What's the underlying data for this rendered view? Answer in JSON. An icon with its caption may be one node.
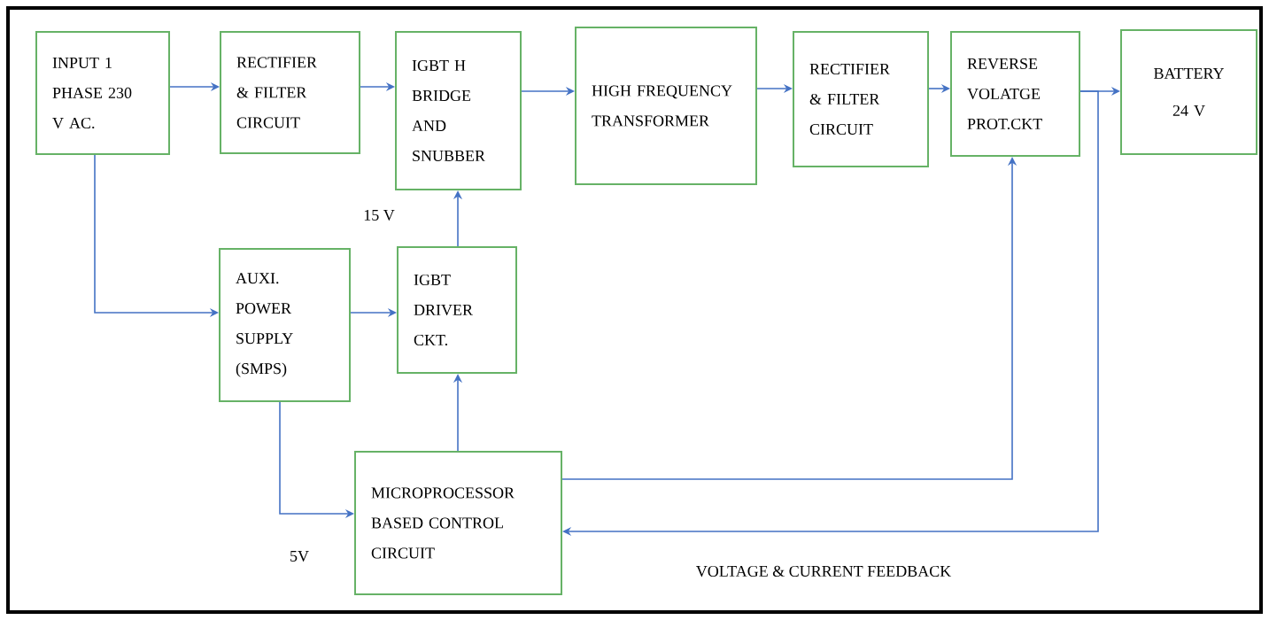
{
  "diagram": {
    "nodes": [
      {
        "text": [
          "INPUT 1 PHASE 230 V AC."
        ]
      },
      {
        "text": [
          "RECTIFIER & FILTER CIRCUIT"
        ]
      },
      {
        "text": [
          "IGBT H BRIDGE AND SNUBBER"
        ]
      },
      {
        "text": [
          "HIGH FREQUENCY TRANSFORMER"
        ]
      },
      {
        "text": [
          "RECTIFIER & FILTER CIRCUIT"
        ]
      },
      {
        "text": [
          "REVERSE VOLATGE PROT.CKT"
        ]
      },
      {
        "text": [
          "BATTERY",
          "24 V"
        ]
      },
      {
        "text": [
          "AUXI. POWER SUPPLY (SMPS)"
        ]
      },
      {
        "text": [
          "IGBT DRIVER CKT."
        ]
      },
      {
        "text": [
          "MICROPROCESSOR BASED CONTROL CIRCUIT"
        ]
      }
    ],
    "edges": [
      {
        "from": 0,
        "to": 1,
        "arrow": "to"
      },
      {
        "from": 1,
        "to": 2,
        "arrow": "to"
      },
      {
        "from": 2,
        "to": 3,
        "arrow": "to"
      },
      {
        "from": 3,
        "to": 4,
        "arrow": "to"
      },
      {
        "from": 4,
        "to": 5,
        "arrow": "to"
      },
      {
        "from": 5,
        "to": 6,
        "arrow": "to"
      },
      {
        "from": 0,
        "to": 7,
        "arrow": "to"
      },
      {
        "from": 7,
        "to": 8,
        "arrow": "to"
      },
      {
        "from": 8,
        "to": 2,
        "arrow": "to"
      },
      {
        "from": 9,
        "to": 8,
        "arrow": "to"
      },
      {
        "from": 7,
        "to": 9,
        "arrow": "to"
      },
      {
        "from": 9,
        "to": 5,
        "arrow": "to"
      },
      {
        "from": 5,
        "to": 9,
        "arrow": "to",
        "label": "VOLTAGE & CURRENT FEEDBACK"
      }
    ],
    "labels": [
      "15 V",
      "5V"
    ]
  }
}
